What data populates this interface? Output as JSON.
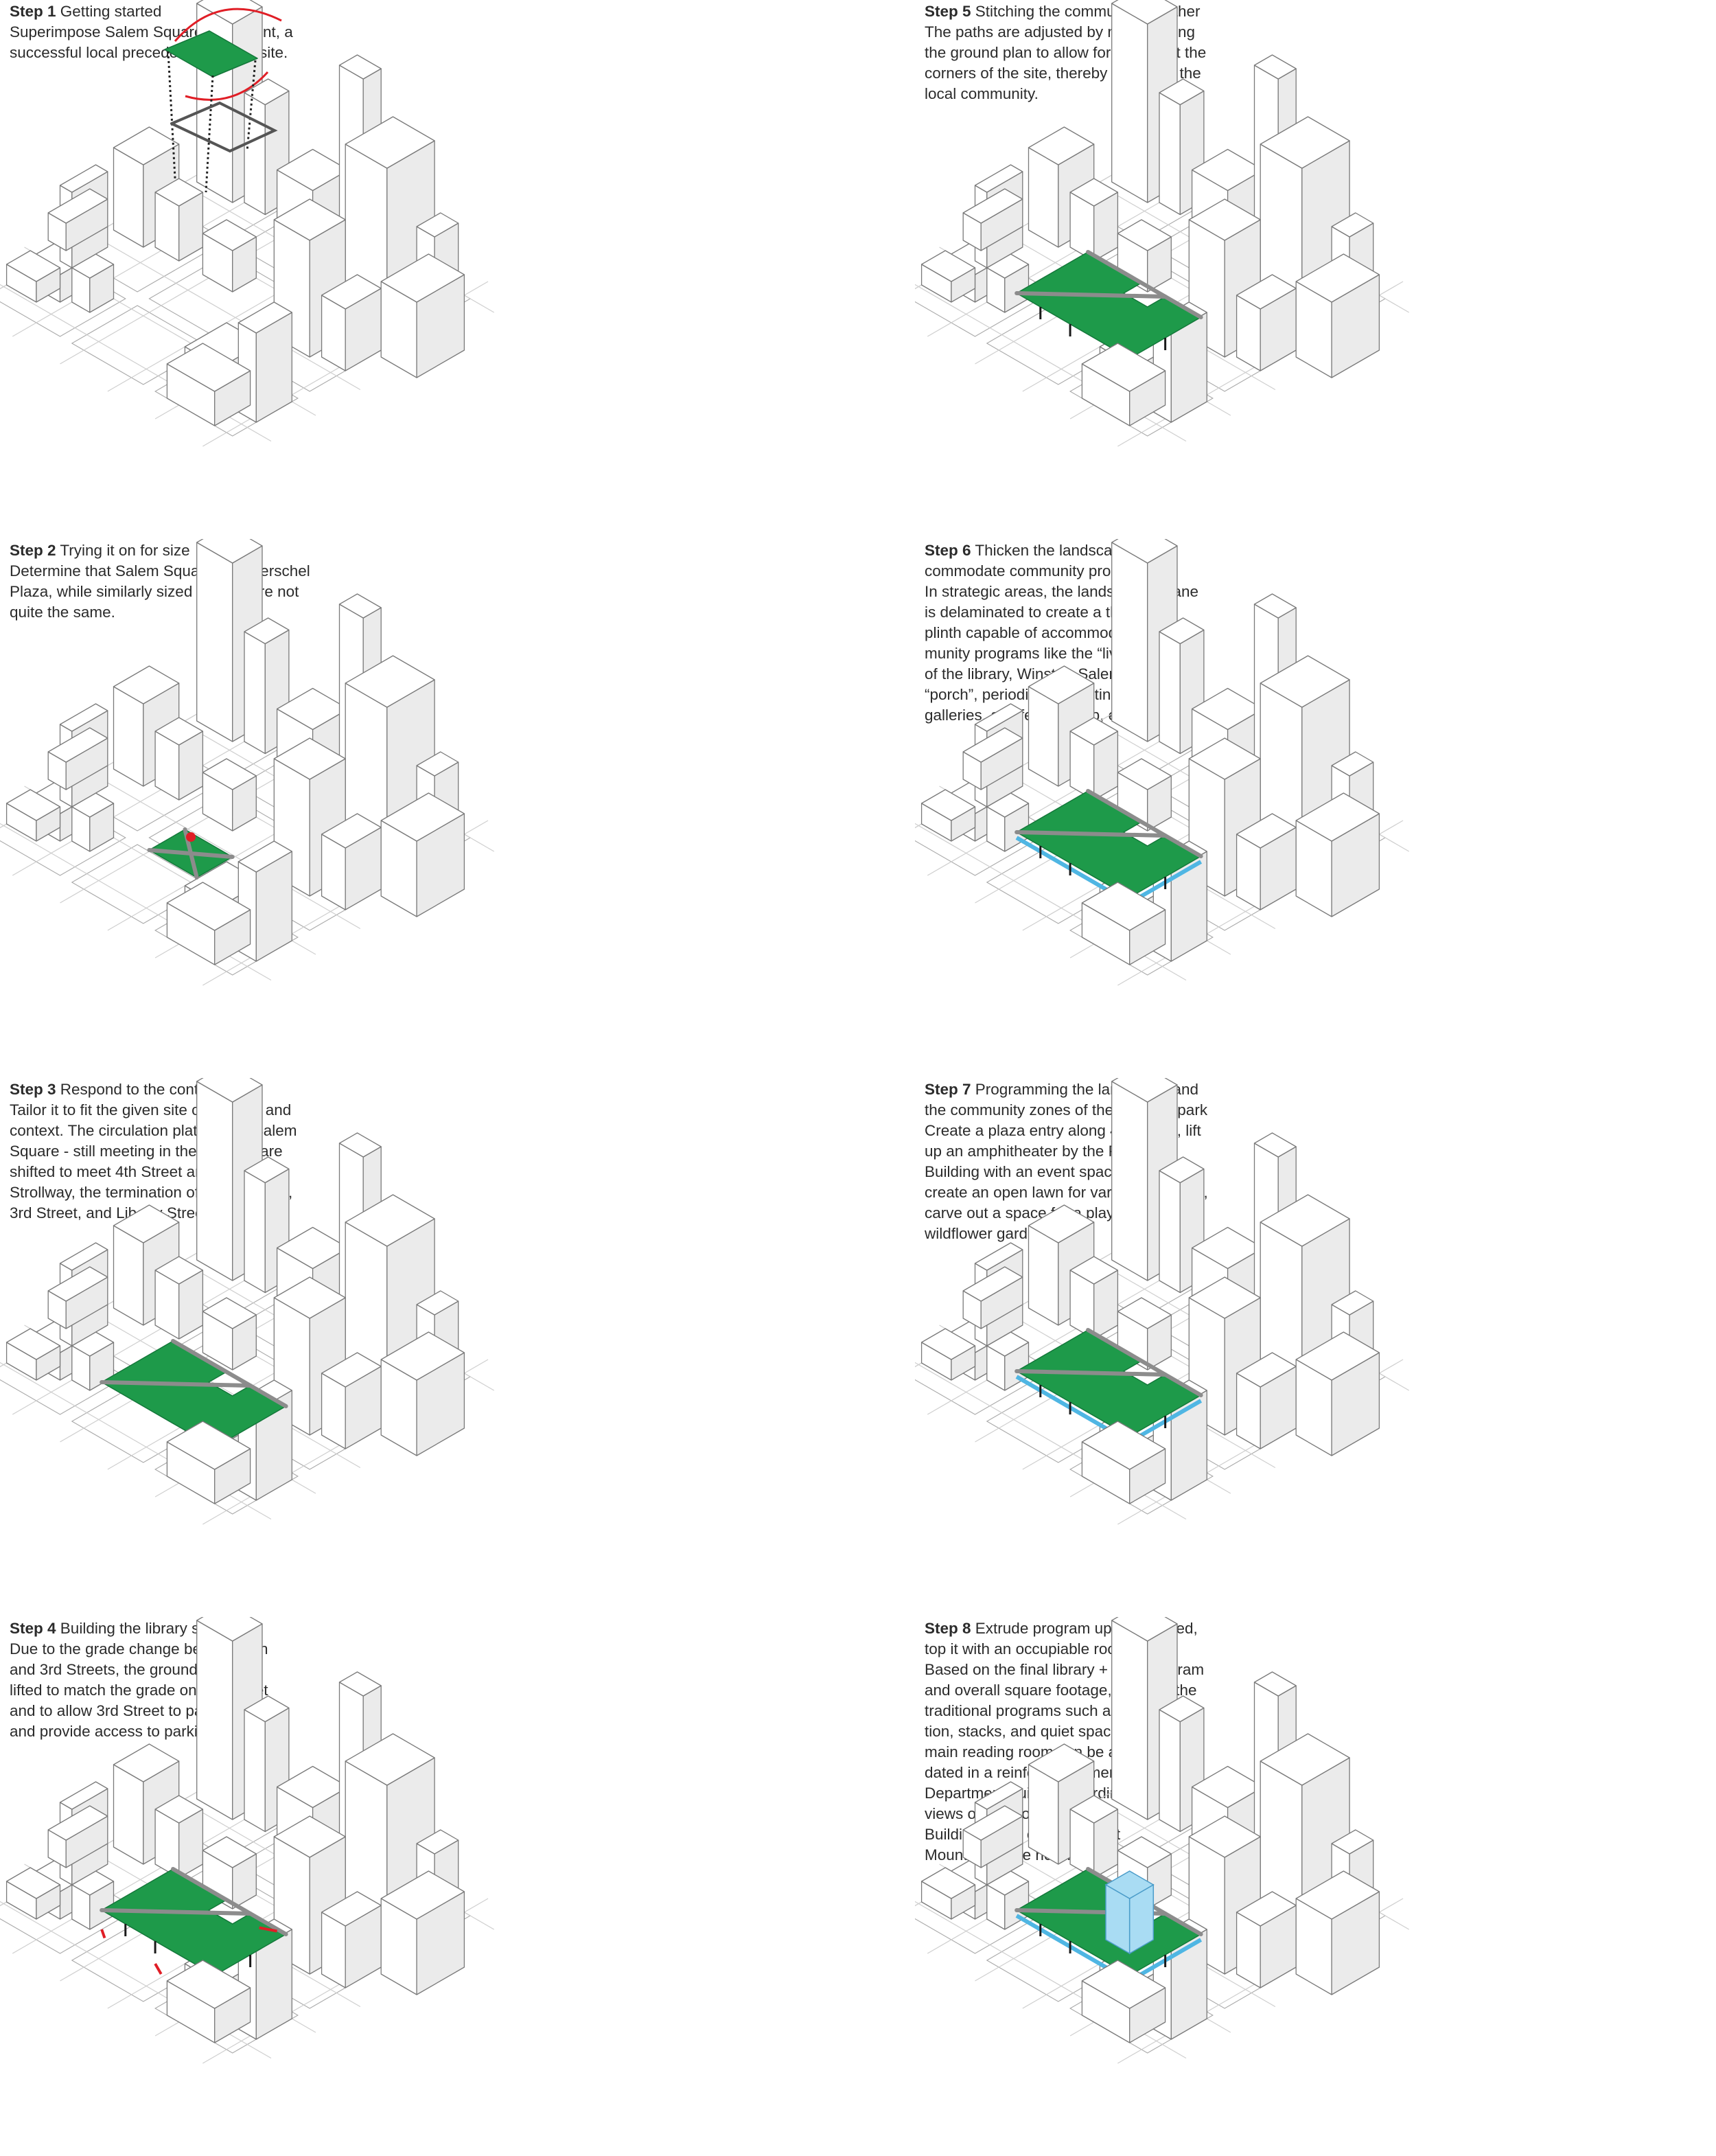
{
  "steps": [
    {
      "label": "Step 1",
      "title": "Getting started",
      "desc": "Superimpose Salem Square precedent, a\nsuccessful local precedent, onto the site."
    },
    {
      "label": "Step 2",
      "title": "Trying it on for size",
      "desc": "Determine that Salem Square and Merschel\nPlaza, while similarly sized in plan, are not\nquite the same."
    },
    {
      "label": "Step 3",
      "title": "Respond to the context",
      "desc": "Tailor it to fit the given site conditions and\ncontext. The circulation plaths from Salem\nSquare - still meeting in the middle - are\nshifted to meet 4th Street and the\nStrollway, the termination of Trade Street,\n3rd Street, and Liberty Street."
    },
    {
      "label": "Step 4",
      "title": "Building the library site",
      "desc": "Due to the grade change between 4th\nand 3rd Streets, the ground plane is\nlifted to match the grade on 4th Street\nand to allow 3rd Street to pass beneath\nand provide access to parking below."
    },
    {
      "label": "Step 5",
      "title": "Stitching the community together",
      "desc": "The paths are adjusted by manipulating\nthe ground plan to allow for access at the\ncorners of the site, thereby engaging the\nlocal community."
    },
    {
      "label": "Step 6",
      "title": "Thicken the landscape to ac-\ncommodate community programs",
      "desc": "In strategic areas, the landscaped plane\nis delaminated to create a thickened\nplinth capable of accommodating com-\nmunity programs like the “living room”\nof the library, Winston-Salem’s front\n“porch”, periodicals, meeting rooms,\ngalleries, a cafe, gift shop, etc."
    },
    {
      "label": "Step 7",
      "title": "Programming the landscape and\nthe community zones of the library + park",
      "desc": "Create a plaza entry along 4th Street, lift\nup an amphitheater by the Pepper\nBuilding with an event space beneath it,\ncreate an open lawn for various activities,\ncarve out a space for a playground and\nwildflower garden, etc."
    },
    {
      "label": "Step 8",
      "title": "Extrude program up as required,\ntop it with an occupiable roof garden",
      "desc": "Based on the final library + park program\nand overall square footage, many of the\ntraditional programs such as administra-\ntion, stacks, and quiet spaces like the\nmain reading room can be accommo-\ndated in a reinforced former Sheriff’s\nDepartment building affording\nviews of the iconic Reynolds\nBuilding to the east and Pilot\nMountain to the north."
    }
  ],
  "colors": {
    "green": "#1e9a4a",
    "red": "#e01e26",
    "blue": "#4fb6e3",
    "building": "#ffffff",
    "line": "#7a7a7a"
  }
}
